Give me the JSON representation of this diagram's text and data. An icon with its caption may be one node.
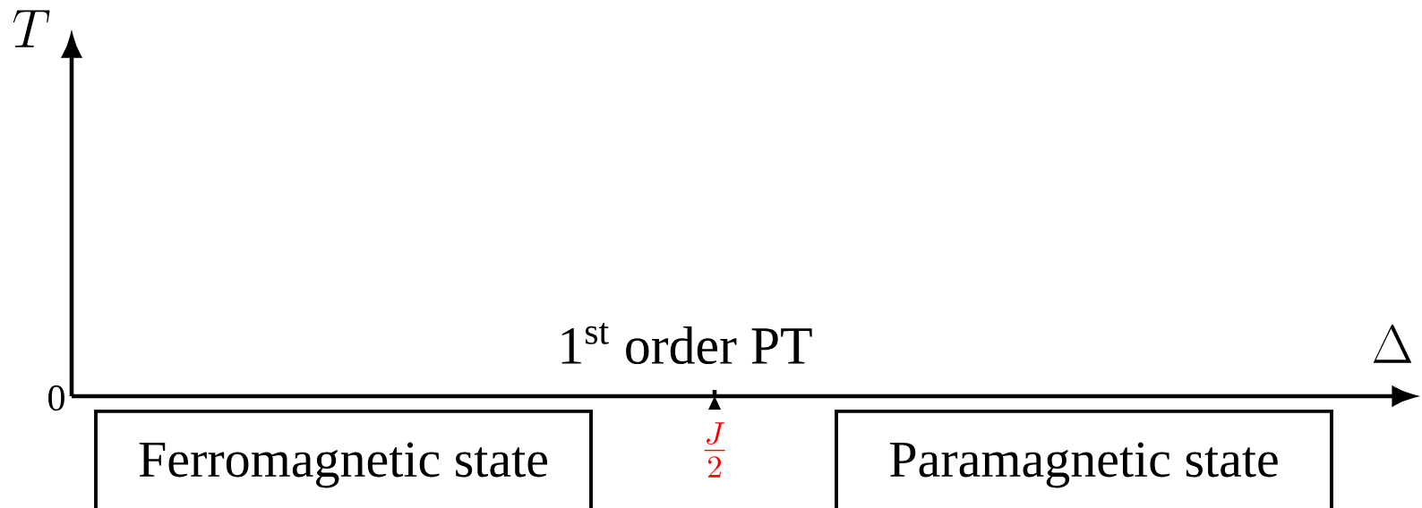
{
  "diagram": {
    "nodes": [
      {
        "text": [
          "Ferromagnetic state"
        ]
      },
      {
        "text": [
          "Paramagnetic state"
        ]
      }
    ],
    "labels": [
      "T",
      "\\Delta",
      "0",
      "1$^{st}$ order PT",
      "\\frac{J}{2}"
    ]
  }
}
